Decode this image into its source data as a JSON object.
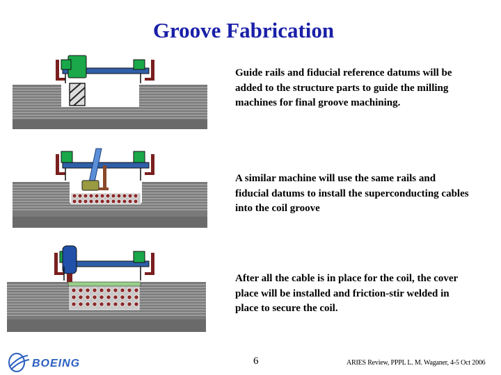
{
  "slide": {
    "title": "Groove Fabrication",
    "paragraphs": [
      "Guide rails and fiducial reference datums will be added to the structure parts to guide the milling machines for final groove machining.",
      "A similar machine will use the same rails and fiducial datums to install the superconducting cables into the coil groove",
      "After all the cable is in place for the coil, the cover place will be installed and friction-stir welded in place to secure the coil."
    ],
    "page_number": "6",
    "footer": "ARIES Review, PPPL   L. M. Waganer, 4-5 Oct 2006",
    "logo_text": "BOEING"
  },
  "colors": {
    "title": "#1a20a8",
    "rail": "#2f5fa8",
    "motor": "#1aa84a",
    "machine_blue": "#2050a8",
    "bracket": "#7a1f1f",
    "layer": "#6e6e6e",
    "logo": "#2a5fc0"
  }
}
